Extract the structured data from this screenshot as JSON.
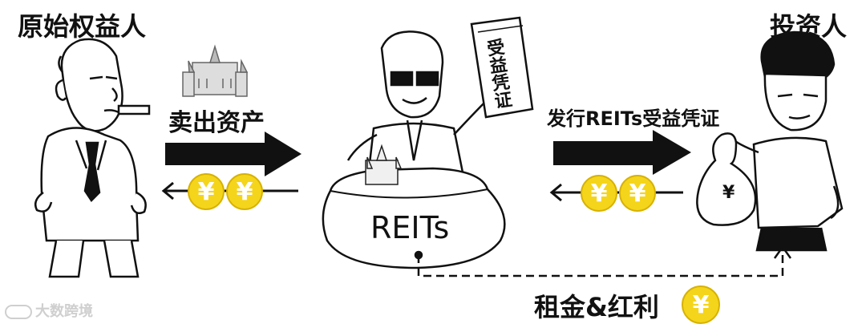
{
  "actors": {
    "originator": "原始权益人",
    "investor": "投资人"
  },
  "flows": {
    "sell_assets": "卖出资产",
    "issue_certificates": "发行REITs受益凭证",
    "rent_dividends": "租金&红利"
  },
  "vehicle": {
    "bag_label": "REITs",
    "certificate_label": "受益凭证",
    "moneybag_symbol": "¥"
  },
  "currency_symbol": "¥",
  "watermark": "大数跨境",
  "colors": {
    "ink": "#111111",
    "coin": "#f5d51b",
    "coin_border": "#d7b200"
  }
}
